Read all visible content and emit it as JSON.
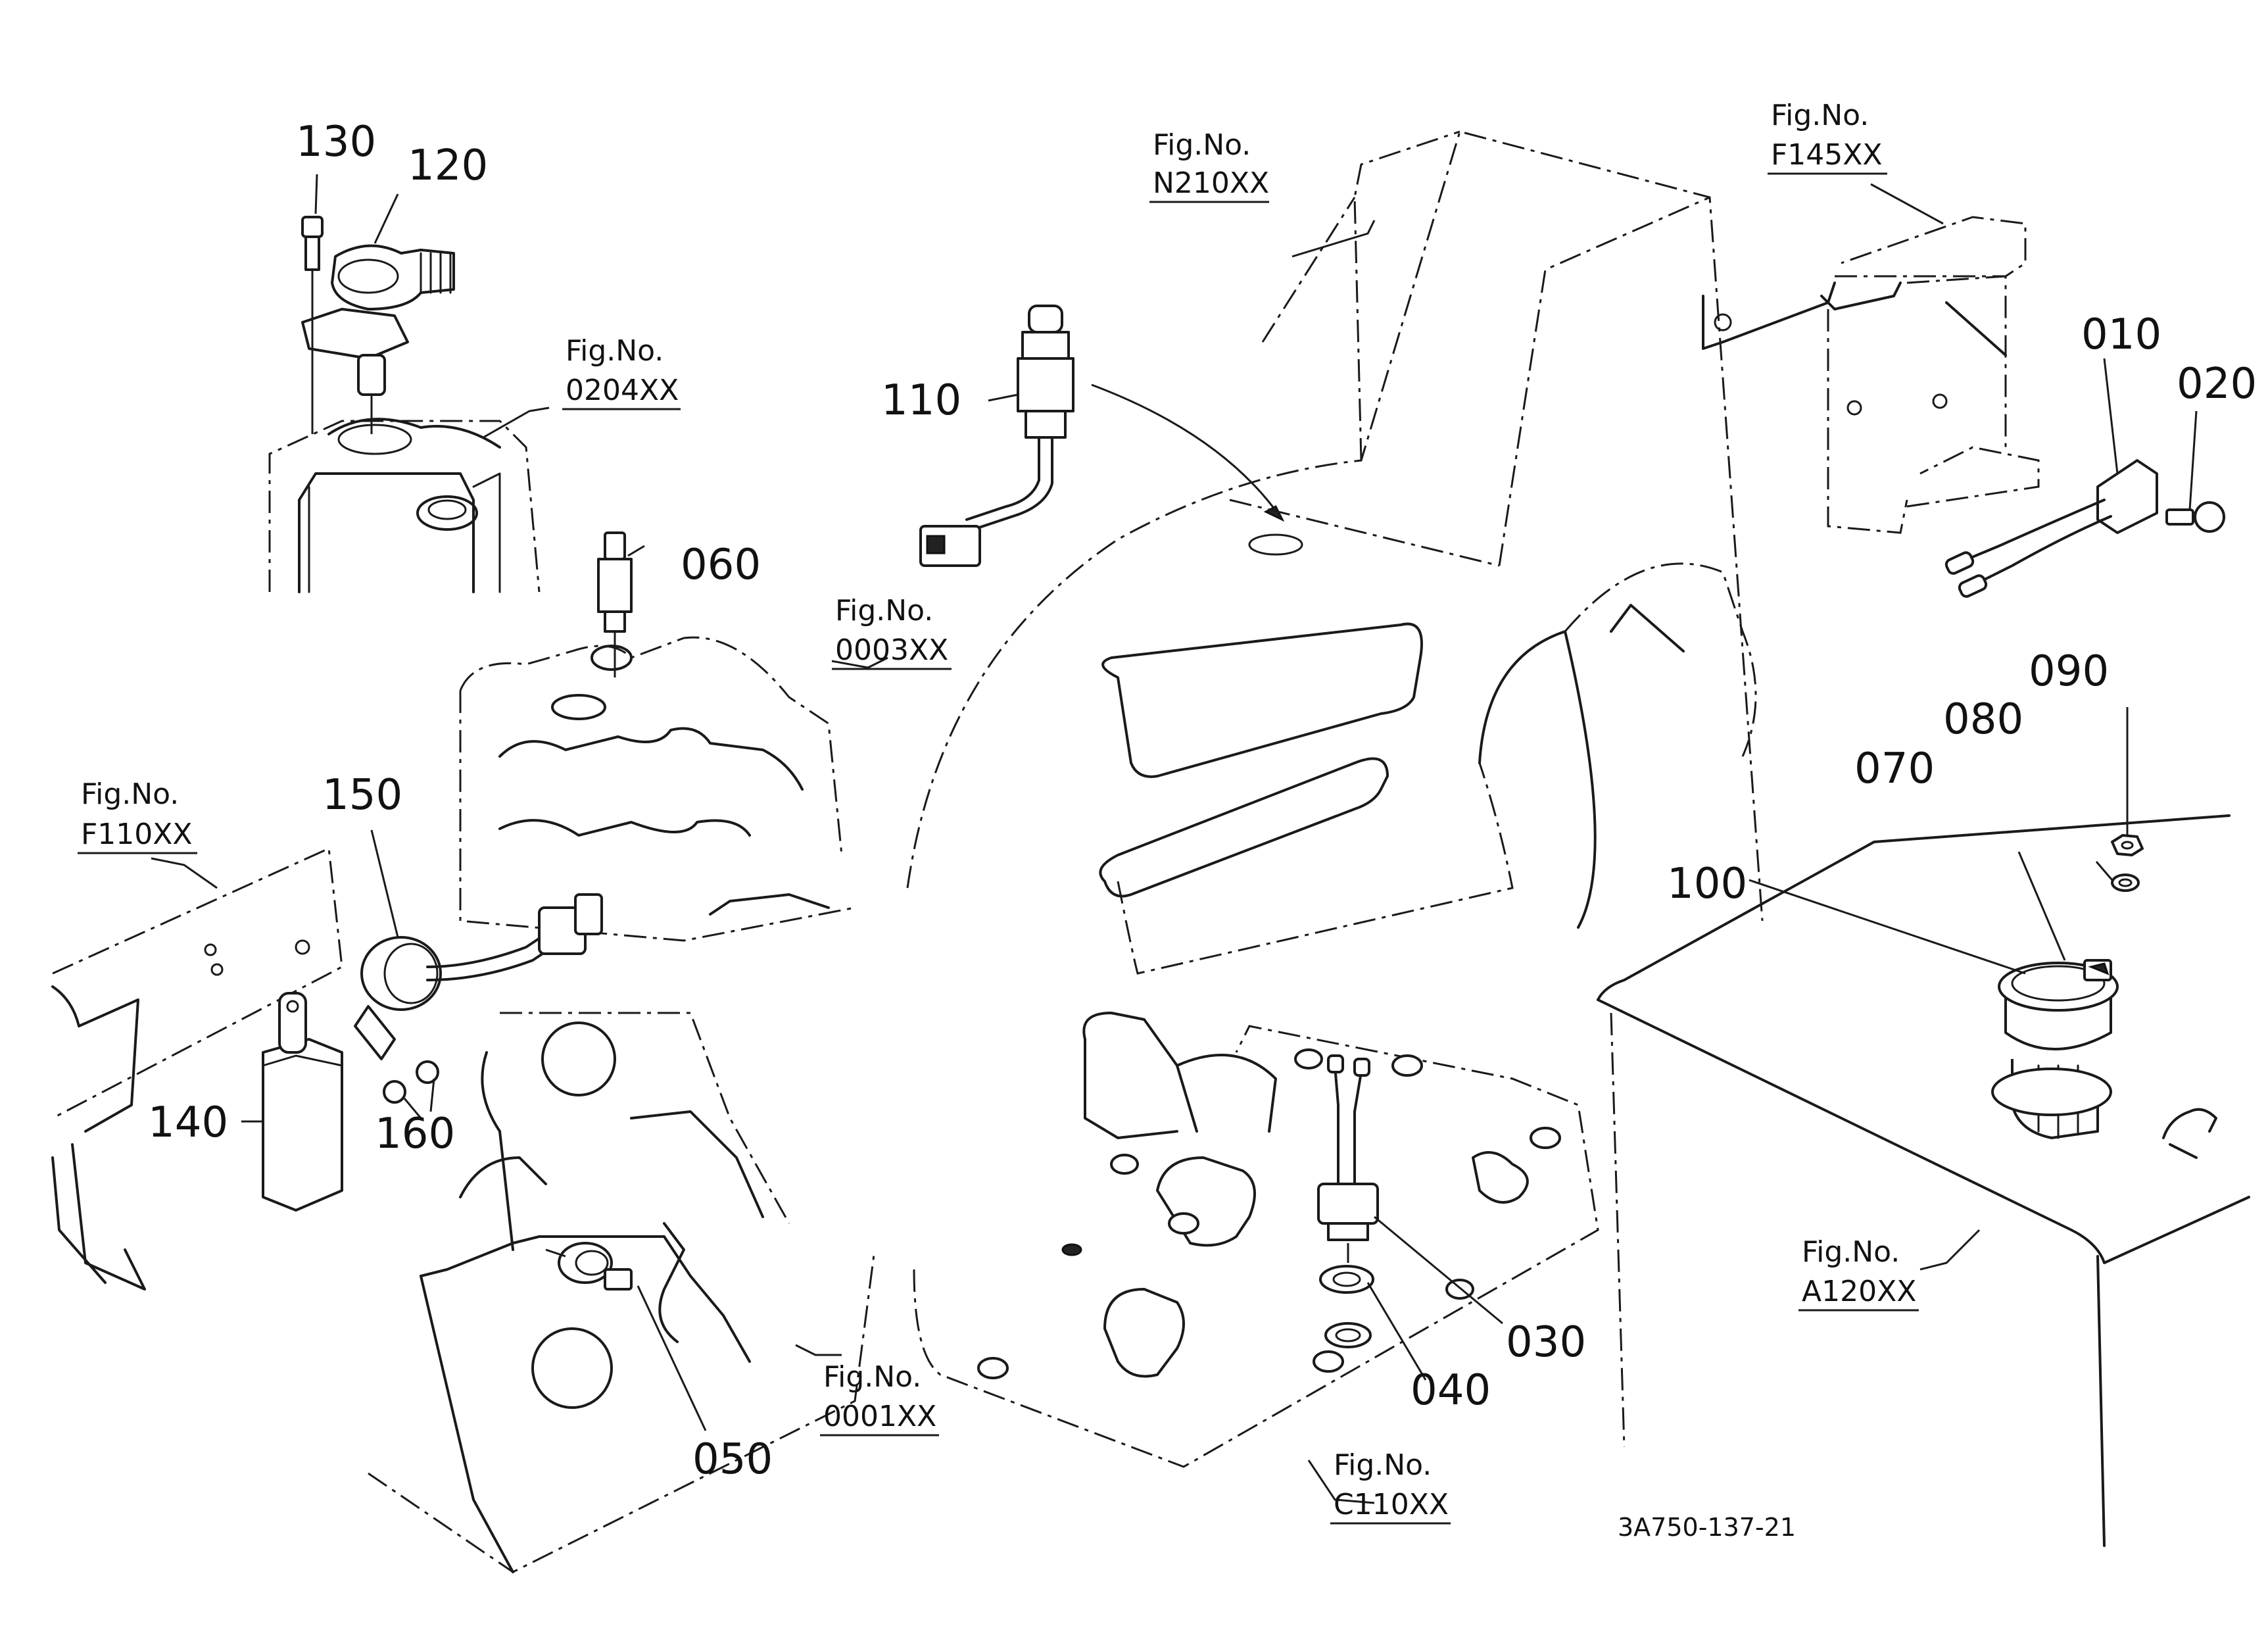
{
  "document_code": "3A750-137-21",
  "fig_label": "Fig.No.",
  "parts": [
    {
      "id": "p010",
      "number": "010"
    },
    {
      "id": "p020",
      "number": "020"
    },
    {
      "id": "p030",
      "number": "030"
    },
    {
      "id": "p040",
      "number": "040"
    },
    {
      "id": "p050",
      "number": "050"
    },
    {
      "id": "p060",
      "number": "060"
    },
    {
      "id": "p070",
      "number": "070"
    },
    {
      "id": "p080",
      "number": "080"
    },
    {
      "id": "p090",
      "number": "090"
    },
    {
      "id": "p100",
      "number": "100"
    },
    {
      "id": "p110",
      "number": "110"
    },
    {
      "id": "p120",
      "number": "120"
    },
    {
      "id": "p130",
      "number": "130"
    },
    {
      "id": "p140",
      "number": "140"
    },
    {
      "id": "p150",
      "number": "150"
    },
    {
      "id": "p160",
      "number": "160"
    }
  ],
  "figure_refs": [
    {
      "id": "f0204",
      "code": "0204XX"
    },
    {
      "id": "fN210",
      "code": "N210XX"
    },
    {
      "id": "fF145",
      "code": "F145XX"
    },
    {
      "id": "f0003",
      "code": "0003XX"
    },
    {
      "id": "fF110",
      "code": "F110XX"
    },
    {
      "id": "f0001",
      "code": "0001XX"
    },
    {
      "id": "fC110",
      "code": "C110XX"
    },
    {
      "id": "fA120",
      "code": "A120XX"
    }
  ]
}
